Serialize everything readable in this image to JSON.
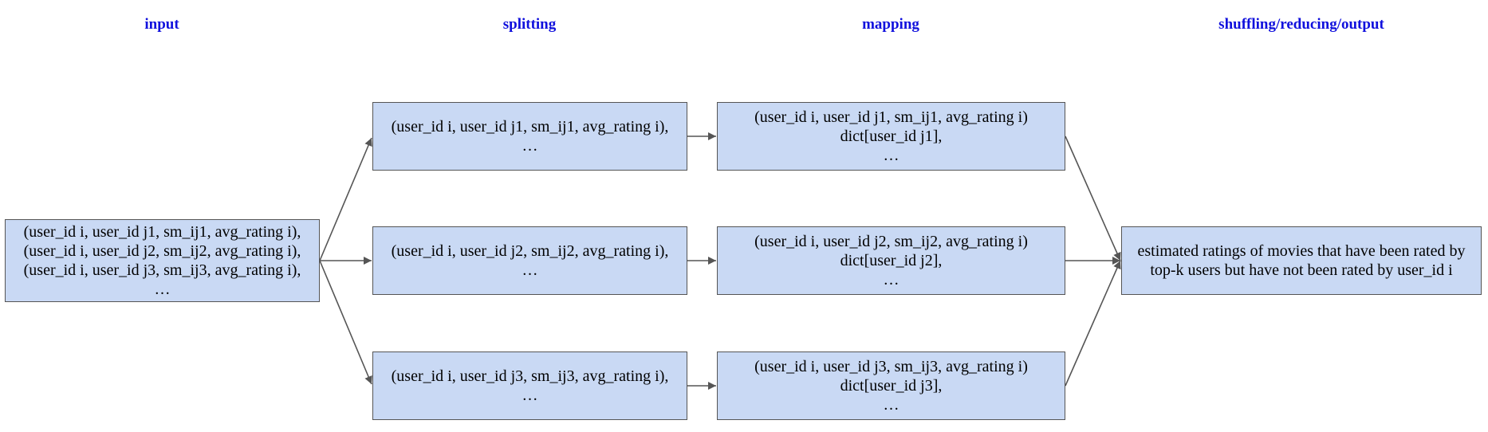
{
  "headers": {
    "input": "input",
    "splitting": "splitting",
    "mapping": "mapping",
    "output": "shuffling/reducing/output"
  },
  "input_box": {
    "lines": [
      "(user_id i, user_id j1, sm_ij1, avg_rating i),",
      "(user_id i, user_id j2, sm_ij2, avg_rating i),",
      "(user_id i, user_id j3, sm_ij3, avg_rating i),",
      "…"
    ]
  },
  "split_boxes": [
    {
      "lines": [
        "(user_id i, user_id j1, sm_ij1, avg_rating i),",
        "…"
      ]
    },
    {
      "lines": [
        "(user_id i, user_id j2, sm_ij2, avg_rating i),",
        "…"
      ]
    },
    {
      "lines": [
        "(user_id i, user_id j3, sm_ij3, avg_rating i),",
        "…"
      ]
    }
  ],
  "map_boxes": [
    {
      "lines": [
        "(user_id i, user_id j1, sm_ij1, avg_rating i)",
        "dict[user_id j1],",
        "…"
      ]
    },
    {
      "lines": [
        "(user_id i, user_id j2, sm_ij2, avg_rating i)",
        "dict[user_id j2],",
        "…"
      ]
    },
    {
      "lines": [
        "(user_id i, user_id j3, sm_ij3, avg_rating i)",
        "dict[user_id j3],",
        "…"
      ]
    }
  ],
  "output_box": {
    "lines": [
      "estimated ratings of movies that have been rated by",
      "top-k users but have not been rated by user_id i"
    ]
  },
  "colors": {
    "header": "#1010dd",
    "box_fill": "#c9d9f4",
    "box_border": "#555555",
    "arrow": "#555555"
  }
}
